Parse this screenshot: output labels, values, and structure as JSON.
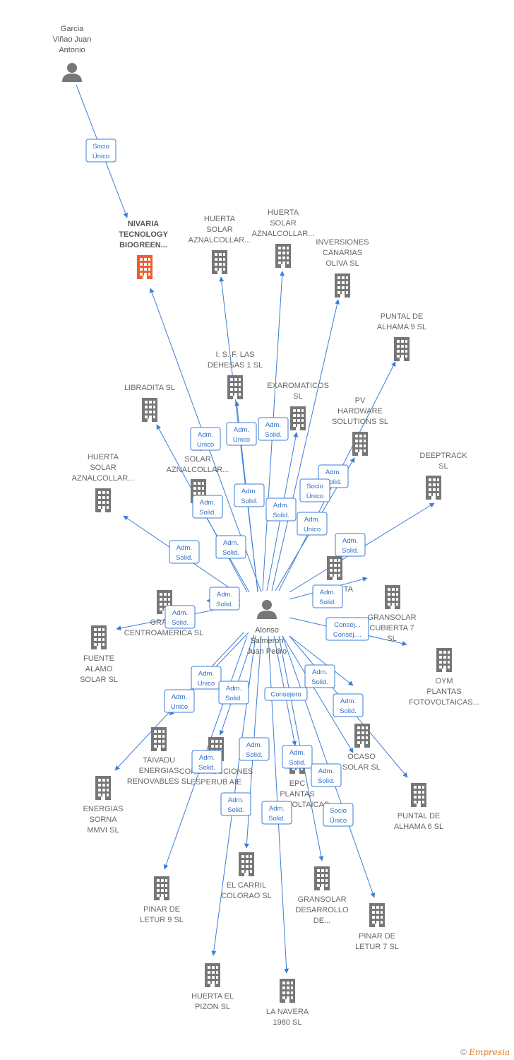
{
  "colors": {
    "edge": "#3b7dd8",
    "building": "#777777",
    "building_highlight": "#f25c2e",
    "person": "#777777"
  },
  "nodes": [
    {
      "id": "garcia",
      "type": "person",
      "lines": [
        "Garcia",
        "Viñao Juan",
        "Antonio"
      ]
    },
    {
      "id": "alonso",
      "type": "person",
      "lines": [
        "Alonso",
        "Salmeron",
        "Juan Pedro"
      ]
    },
    {
      "id": "nivaria",
      "type": "company",
      "highlight": true,
      "lines": [
        "NIVARIA",
        "TECNOLOGY",
        "BIOGREEN..."
      ]
    },
    {
      "id": "huerta1",
      "type": "company",
      "lines": [
        "HUERTA",
        "SOLAR",
        "AZNALCOLLAR..."
      ]
    },
    {
      "id": "huerta2",
      "type": "company",
      "lines": [
        "HUERTA",
        "SOLAR",
        "AZNALCOLLAR..."
      ]
    },
    {
      "id": "inversiones",
      "type": "company",
      "lines": [
        "INVERSIONES",
        "CANARIAS",
        "OLIVA SL"
      ]
    },
    {
      "id": "puntal9",
      "type": "company",
      "lines": [
        "PUNTAL DE",
        "ALHAMA 9 SL"
      ]
    },
    {
      "id": "dehesas",
      "type": "company",
      "lines": [
        "I.  S.  F. LAS",
        "DEHESAS 1 SL"
      ]
    },
    {
      "id": "libradita",
      "type": "company",
      "lines": [
        "LIBRADITA SL"
      ]
    },
    {
      "id": "exaromaticos",
      "type": "company",
      "lines": [
        "EXAROMATICOS",
        "SL"
      ]
    },
    {
      "id": "pvhardware",
      "type": "company",
      "lines": [
        "PV",
        "HARDWARE",
        "SOLUTIONS  SL"
      ]
    },
    {
      "id": "huerta3",
      "type": "company",
      "lines": [
        "HU",
        "SOLAR",
        "AZNALCOLLAR..."
      ]
    },
    {
      "id": "deeptrack",
      "type": "company",
      "lines": [
        "DEEPTRACK",
        "SL"
      ]
    },
    {
      "id": "huerta4",
      "type": "company",
      "lines": [
        "HUERTA",
        "SOLAR",
        "AZNALCOLLAR..."
      ]
    },
    {
      "id": "bienvitta",
      "type": "company",
      "lines": [
        "BIENVITTA"
      ]
    },
    {
      "id": "gransolarcentro",
      "type": "company",
      "lines": [
        "GRANS",
        "CENTROAMERICA SL"
      ]
    },
    {
      "id": "gransolarcubierta",
      "type": "company",
      "lines": [
        "GRANSOLAR",
        "CUBIERTA 7",
        "SL"
      ]
    },
    {
      "id": "fuentealamo",
      "type": "company",
      "lines": [
        "FUENTE",
        "ALAMO",
        "SOLAR SL"
      ]
    },
    {
      "id": "oym",
      "type": "company",
      "lines": [
        "OYM",
        "PLANTAS",
        "FOTOVOLTAICAS..."
      ]
    },
    {
      "id": "taivadu",
      "type": "company",
      "lines": [
        "TAIVADU",
        "ENERGIAS",
        "RENOVABLES SL"
      ]
    },
    {
      "id": "construcciones",
      "type": "company",
      "lines": [
        "CONSTRUCCIONES",
        "ESPERUB  AIE"
      ]
    },
    {
      "id": "epc",
      "type": "company",
      "lines": [
        "EPC",
        "PLANTAS",
        "FOTOVOLTAICAS"
      ]
    },
    {
      "id": "ocaso",
      "type": "company",
      "lines": [
        "OCASO",
        "SOLAR SL"
      ]
    },
    {
      "id": "energiassorna",
      "type": "company",
      "lines": [
        "ENERGIAS",
        "SORNA",
        "MMVI SL"
      ]
    },
    {
      "id": "puntal6",
      "type": "company",
      "lines": [
        "PUNTAL DE",
        "ALHAMA 6 SL"
      ]
    },
    {
      "id": "elcarril",
      "type": "company",
      "lines": [
        "EL CARRIL",
        "COLORAO SL"
      ]
    },
    {
      "id": "pinar9",
      "type": "company",
      "lines": [
        "PINAR DE",
        "LETUR 9 SL"
      ]
    },
    {
      "id": "gransolardesarrollo",
      "type": "company",
      "lines": [
        "GRANSOLAR",
        "DESARROLLO",
        "DE..."
      ]
    },
    {
      "id": "pinar7",
      "type": "company",
      "lines": [
        "PINAR DE",
        "LETUR 7 SL"
      ]
    },
    {
      "id": "huertaelpizon",
      "type": "company",
      "lines": [
        "HUERTA EL",
        "PIZON SL"
      ]
    },
    {
      "id": "lanavera",
      "type": "company",
      "lines": [
        "LA NAVERA",
        "1980 SL"
      ]
    }
  ],
  "relations": [
    {
      "from": "garcia",
      "to": "nivaria",
      "label": [
        "Socio",
        "Único"
      ]
    },
    {
      "from": "alonso",
      "to": "nivaria",
      "label": [
        "Adm.",
        "Unico"
      ]
    },
    {
      "from": "alonso",
      "to": "huerta1",
      "label": [
        "Adm.",
        "Solid."
      ]
    },
    {
      "from": "alonso",
      "to": "huerta2",
      "label": [
        "Adm.",
        "Solid."
      ]
    },
    {
      "from": "alonso",
      "to": "inversiones",
      "label": [
        "Adm.",
        "Unico"
      ]
    },
    {
      "from": "alonso",
      "to": "puntal9",
      "label": [
        "Adm.",
        "Solid."
      ]
    },
    {
      "from": "alonso",
      "to": "dehesas",
      "label": [
        "Adm.",
        "Unico"
      ]
    },
    {
      "from": "alonso",
      "to": "libradita",
      "label": [
        "Adm.",
        "Solid."
      ]
    },
    {
      "from": "alonso",
      "to": "exaromaticos",
      "label": [
        "Adm.",
        "Solid."
      ]
    },
    {
      "from": "alonso",
      "to": "pvhardware",
      "label": [
        "Socio",
        "Único"
      ]
    },
    {
      "from": "alonso",
      "to": "huerta3",
      "label": [
        "Adm.",
        "Solid."
      ]
    },
    {
      "from": "alonso",
      "to": "deeptrack",
      "label": [
        "Adm.",
        "Solid."
      ]
    },
    {
      "from": "alonso",
      "to": "huerta4",
      "label": [
        "Adm.",
        "Solid."
      ]
    },
    {
      "from": "alonso",
      "to": "gransolarcentro",
      "label": [
        "Adm.",
        "Solid."
      ]
    },
    {
      "from": "alonso",
      "to": "fuentealamo",
      "label": [
        "Adm.",
        "Solid."
      ]
    },
    {
      "from": "alonso",
      "to": "bienvitta",
      "label": [
        "Adm.",
        "Solid."
      ]
    },
    {
      "from": "alonso",
      "to": "gransolarcubierta",
      "label": [
        "Consej. .",
        "Consej...."
      ]
    },
    {
      "from": "alonso",
      "to": "energiassorna",
      "label": [
        "Adm.",
        "Unico"
      ]
    },
    {
      "from": "alonso",
      "to": "taivadu",
      "label": [
        "Adm.",
        "Unico"
      ]
    },
    {
      "from": "alonso",
      "to": "construcciones",
      "label": [
        "Adm.",
        "Solid."
      ]
    },
    {
      "from": "alonso",
      "to": "pinar9",
      "label": [
        "Adm.",
        "Solid."
      ]
    },
    {
      "from": "alonso",
      "to": "elcarril",
      "label": [
        "Adm.",
        "Solid."
      ]
    },
    {
      "from": "alonso",
      "to": "huertaelpizon",
      "label": [
        "Adm.",
        "Solid."
      ]
    },
    {
      "from": "alonso",
      "to": "epc",
      "label": [
        "Consejero"
      ]
    },
    {
      "from": "alonso",
      "to": "lanavera",
      "label": [
        "Adm.",
        "Solid."
      ]
    },
    {
      "from": "alonso",
      "to": "gransolardesarrollo",
      "label": [
        "Adm.",
        "Solid."
      ]
    },
    {
      "from": "alonso",
      "to": "ocaso",
      "label": [
        "Adm.",
        "Solid."
      ]
    },
    {
      "from": "alonso",
      "to": "pinar7",
      "label": [
        "Socio",
        "Único"
      ]
    },
    {
      "from": "alonso",
      "to": "puntal6",
      "label": [
        "Adm.",
        "Solid."
      ]
    },
    {
      "from": "alonso",
      "to": "oym",
      "label": [
        "Adm.",
        "Solid."
      ]
    }
  ],
  "footer": {
    "copyright": "©",
    "brand": "Empresia"
  }
}
